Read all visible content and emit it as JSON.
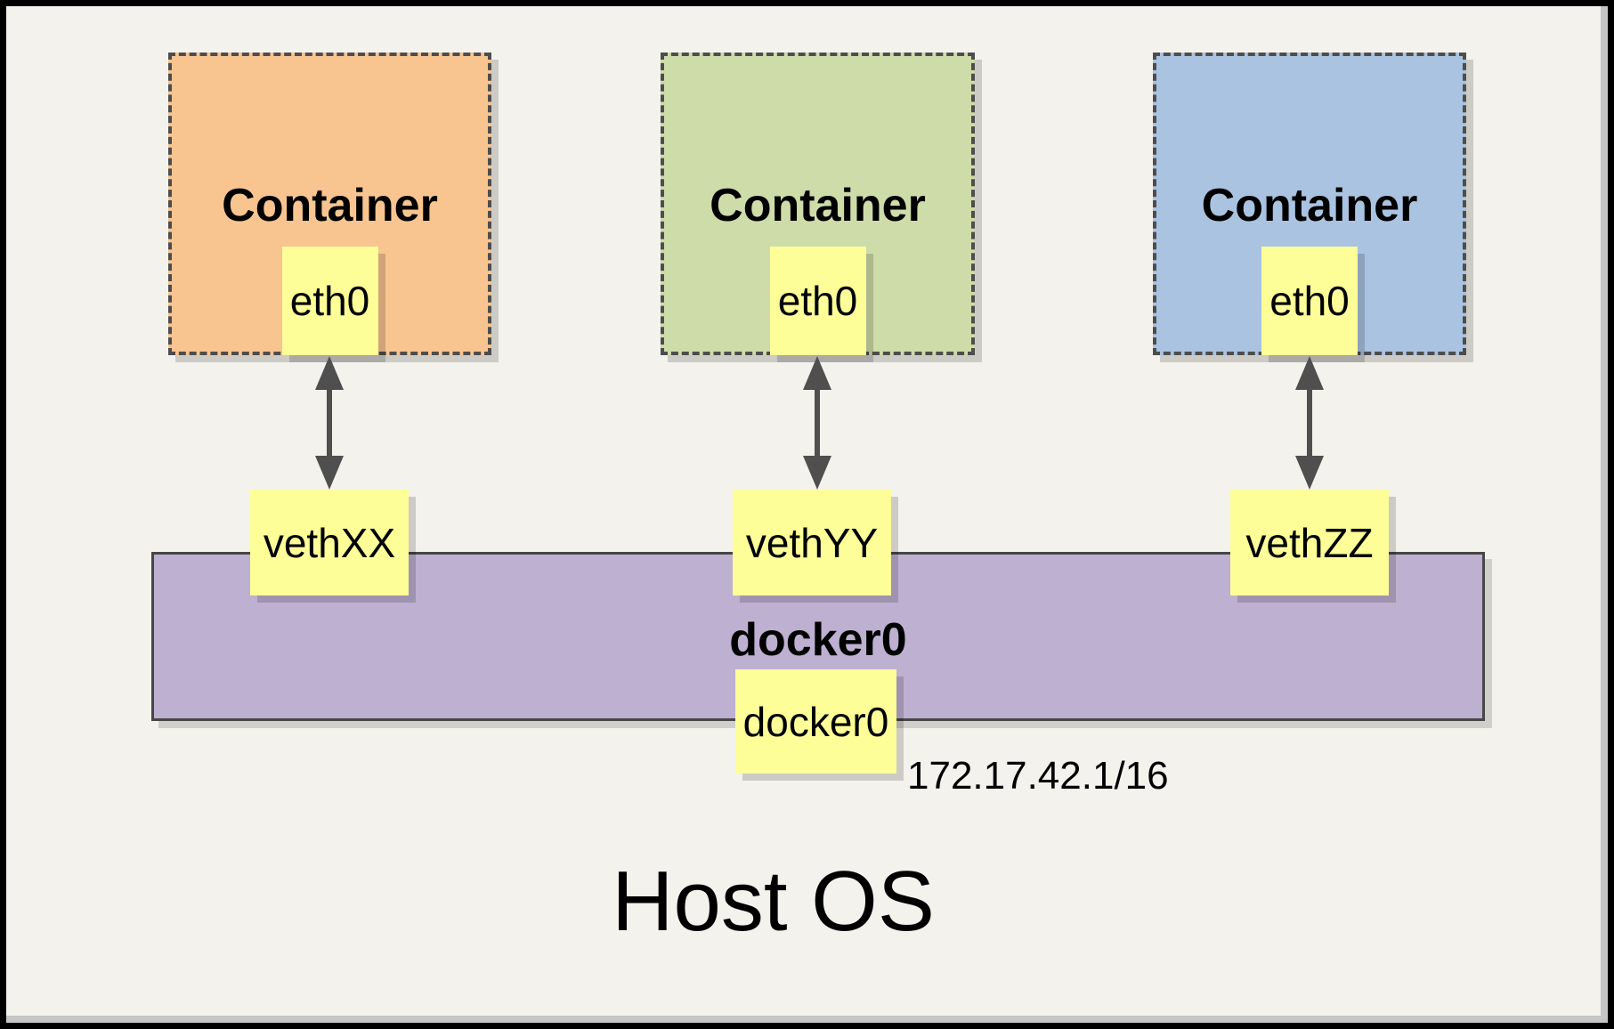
{
  "host": {
    "label": "Host OS"
  },
  "bridge": {
    "label": "docker0",
    "interface": "docker0",
    "subnet": "172.17.42.1/16",
    "fill": "#BEB0D1"
  },
  "containers": [
    {
      "label": "Container",
      "interface": "eth0",
      "veth": "vethXX",
      "fill": "#F8C490"
    },
    {
      "label": "Container",
      "interface": "eth0",
      "veth": "vethYY",
      "fill": "#CEDCA9"
    },
    {
      "label": "Container",
      "interface": "eth0",
      "veth": "vethZZ",
      "fill": "#AAC3E1"
    }
  ],
  "colors": {
    "canvas_background": "#F4F2EC",
    "frame_border": "#000000",
    "note_fill": "#FEFE99",
    "arrow": "#4F4F4F",
    "dash_border": "#4D4D4D"
  }
}
